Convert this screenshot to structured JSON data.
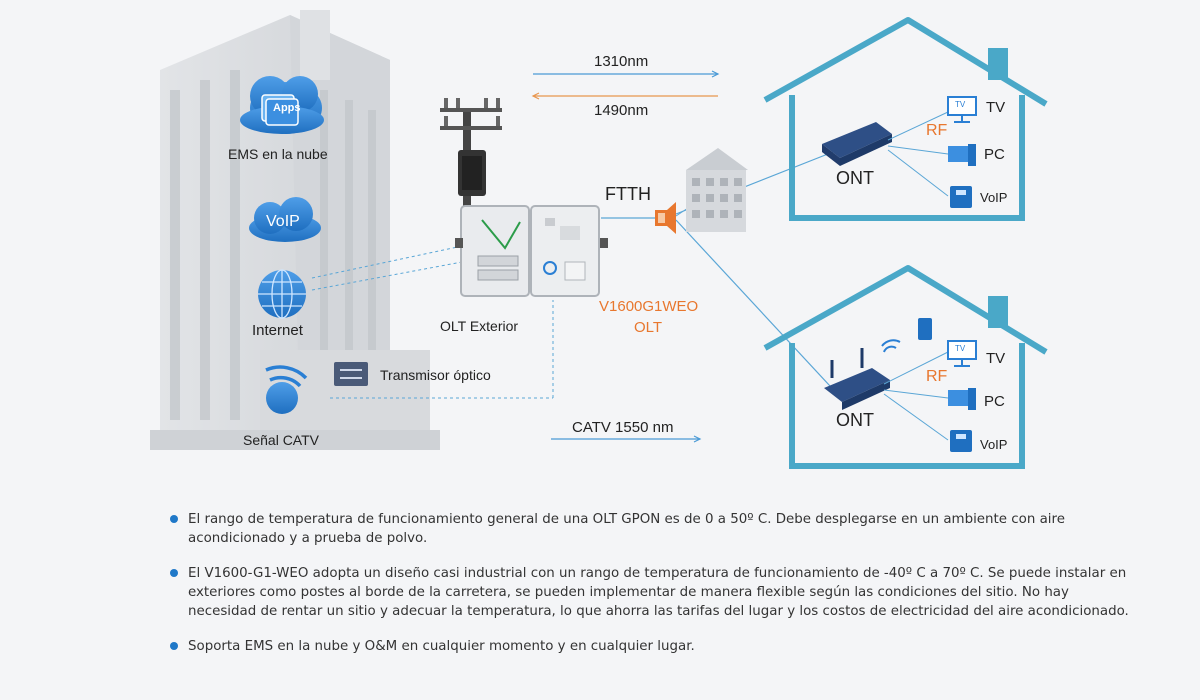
{
  "labels": {
    "ems": "EMS en la nube",
    "apps": "Apps",
    "voip_cloud": "VoIP",
    "internet": "Internet",
    "catv_signal": "Señal CATV",
    "transmitter": "Transmisor óptico",
    "olt_exterior": "OLT Exterior",
    "model": "V1600G1WEO",
    "olt": "OLT",
    "ftth": "FTTH",
    "wl_1310": "1310nm",
    "wl_1490": "1490nm",
    "catv_1550": "CATV  1550 nm"
  },
  "house_top": {
    "ont": "ONT",
    "rf": "RF",
    "tv": "TV",
    "pc": "PC",
    "voip": "VoIP",
    "tv_screen": "TV"
  },
  "house_bottom": {
    "ont": "ONT",
    "rf": "RF",
    "tv": "TV",
    "pc": "PC",
    "voip": "VoIP",
    "tv_screen": "TV"
  },
  "colors": {
    "blue": "#1f78c8",
    "orange": "#e8772e",
    "house": "#4aa8c8",
    "line": "#5aa6d6"
  },
  "bullets": [
    "El rango de temperatura de funcionamiento general de una OLT GPON es de 0 a 50º C. Debe desplegarse en un ambiente con aire acondicionado y a prueba de polvo.",
    "El V1600-G1-WEO adopta un diseño casi industrial con un rango de temperatura de funcionamiento de -40º C a 70º C. Se puede instalar en exteriores como postes al borde de la carretera, se pueden implementar de manera flexible según las condiciones del sitio. No hay necesidad de rentar un sitio y adecuar la temperatura, lo que ahorra las tarifas del lugar y los costos de electricidad del aire acondicionado.",
    "Soporta EMS en la nube y O&M en cualquier momento y en cualquier lugar."
  ]
}
